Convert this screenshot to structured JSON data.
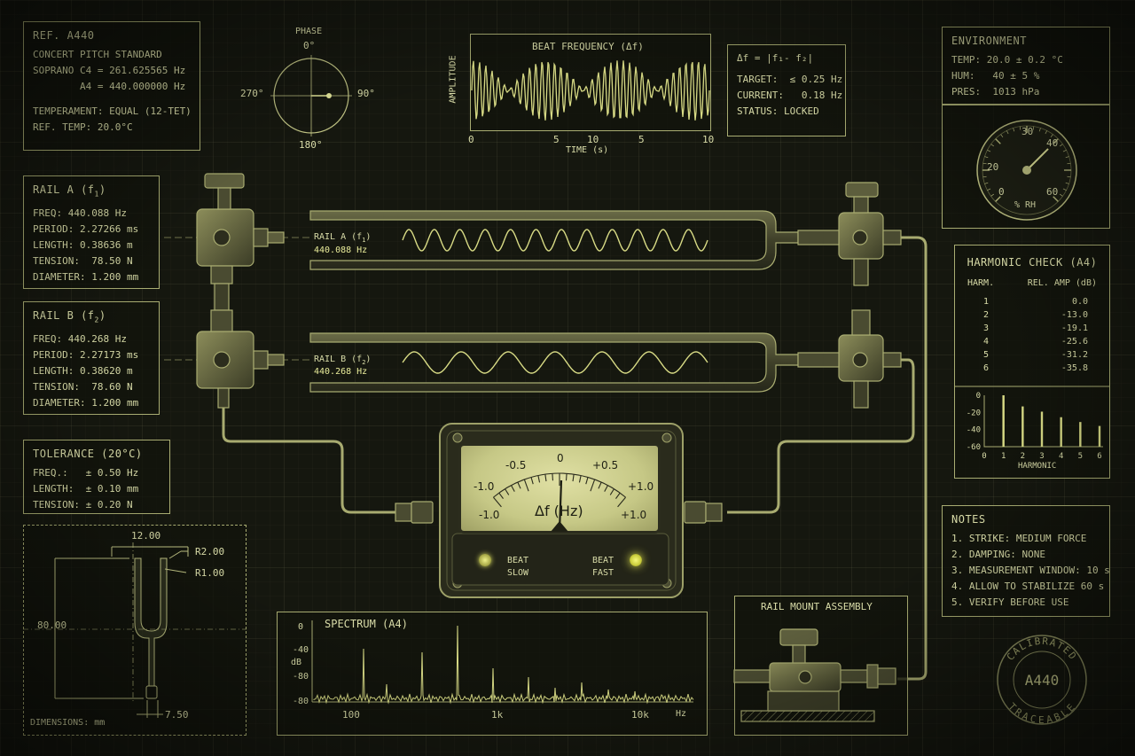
{
  "ref_panel": {
    "title": "REF. A440",
    "subtitle": "CONCERT PITCH STANDARD",
    "line1": "SOPRANO C4 = 261.625565 Hz",
    "line2": "        A4 = 440.000000 Hz",
    "line3": "TEMPERAMENT: EQUAL (12-TET)",
    "line4": "REF. TEMP: 20.0°C"
  },
  "phase": {
    "title": "PHASE",
    "top": "0°",
    "right": "90°",
    "bottom": "180°",
    "left": "270°"
  },
  "beat_chart": {
    "title": "BEAT FREQUENCY (Δf)",
    "ylabel": "AMPLITUDE",
    "xlabel": "TIME (s)",
    "ticks": [
      "0",
      "5",
      "10",
      "5",
      "10"
    ]
  },
  "delta_panel": {
    "formula": "Δf = |f₁- f₂|",
    "target": "TARGET:  ≤ 0.25 Hz",
    "current": "CURRENT:   0.18 Hz",
    "status": "STATUS: LOCKED"
  },
  "environment": {
    "title": "ENVIRONMENT",
    "temp": "TEMP: 20.0 ± 0.2 °C",
    "hum": "HUM:   40 ± 5 %",
    "pres": "PRES:  1013 hPa",
    "gauge_ticks": [
      "0",
      "20",
      "30",
      "40",
      "60"
    ],
    "gauge_unit": "% RH",
    "gauge_value": 40
  },
  "rail_a": {
    "title": "RAIL A (f",
    "sub": "1",
    "freq": "FREQ: 440.088 Hz",
    "period": "PERIOD: 2.27266 ms",
    "length": "LENGTH: 0.38636 m",
    "tension": "TENSION:  78.50 N",
    "diameter": "DIAMETER: 1.200 mm",
    "fork_label": "RAIL A (f",
    "fork_freq": "440.088 Hz"
  },
  "rail_b": {
    "title": "RAIL B (f",
    "sub": "2",
    "freq": "FREQ: 440.268 Hz",
    "period": "PERIOD: 2.27173 ms",
    "length": "LENGTH: 0.38620 m",
    "tension": "TENSION:  78.60 N",
    "diameter": "DIAMETER: 1.200 mm",
    "fork_label": "RAIL B (f",
    "fork_freq": "440.268 Hz"
  },
  "tolerance": {
    "title": "TOLERANCE (20°C)",
    "freq": "FREQ.:   ± 0.50 Hz",
    "length": "LENGTH:  ± 0.10 mm",
    "tension": "TENSION: ± 0.20 N"
  },
  "dimensions": {
    "width": "12.00",
    "r2": "R2.00",
    "r1": "R1.00",
    "height": "80.00",
    "base": "7.50",
    "unit": "DIMENSIONS: mm"
  },
  "meter": {
    "scale": [
      "-1.0",
      "-0.5",
      "0",
      "+0.5",
      "+1.0"
    ],
    "scale_low": "-1.0",
    "scale_high": "+1.0",
    "label": "Δf (Hz)",
    "beat_slow": "BEAT\nSLOW",
    "beat_fast": "BEAT\nFAST"
  },
  "harmonic": {
    "title": "HARMONIC CHECK (A4)",
    "col1": "HARM.",
    "col2": "REL. AMP (dB)",
    "rows": [
      {
        "h": "1",
        "v": "0.0"
      },
      {
        "h": "2",
        "v": "-13.0"
      },
      {
        "h": "3",
        "v": "-19.1"
      },
      {
        "h": "4",
        "v": "-25.6"
      },
      {
        "h": "5",
        "v": "-31.2"
      },
      {
        "h": "6",
        "v": "-35.8"
      }
    ],
    "xlabel": "HARMONIC",
    "yticks": [
      "0",
      "-20",
      "-40",
      "-60"
    ],
    "xticks": [
      "0",
      "1",
      "2",
      "3",
      "4",
      "5",
      "6"
    ]
  },
  "notes": {
    "title": "NOTES",
    "items": [
      "1. STRIKE: MEDIUM FORCE",
      "2. DAMPING: NONE",
      "3. MEASUREMENT WINDOW: 10 s",
      "4. ALLOW TO STABILIZE 60 s",
      "5. VERIFY BEFORE USE"
    ]
  },
  "spectrum": {
    "title": "SPECTRUM (A4)",
    "ylabel": "dB",
    "yticks": [
      "0",
      "-40",
      "-80",
      "-80"
    ],
    "xticks": [
      "100",
      "1k",
      "10k",
      "Hz"
    ]
  },
  "mount": {
    "title": "RAIL MOUNT ASSEMBLY"
  },
  "seal": {
    "top": "CALIBRATED",
    "center": "A440",
    "bottom": "TRACEABLE"
  },
  "chart_data": {
    "type": "bar",
    "categories": [
      "1",
      "2",
      "3",
      "4",
      "5",
      "6"
    ],
    "values": [
      0.0,
      -13.0,
      -19.1,
      -25.6,
      -31.2,
      -35.8
    ],
    "xlabel": "HARMONIC",
    "ylabel": "REL. AMP (dB)",
    "ylim": [
      -60,
      0
    ]
  }
}
